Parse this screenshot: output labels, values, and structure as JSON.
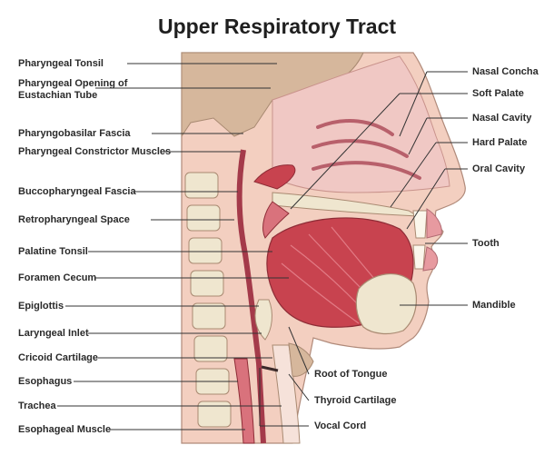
{
  "title": "Upper Respiratory Tract",
  "labels": {
    "pharyngeal_tonsil": "Pharyngeal Tonsil",
    "pharyngeal_opening_line1": "Pharyngeal Opening of",
    "pharyngeal_opening_line2": "Eustachian Tube",
    "pharyngobasilar_fascia": "Pharyngobasilar Fascia",
    "pharyngeal_constrictor_muscles": "Pharyngeal Constrictor Muscles",
    "buccopharyngeal_fascia": "Buccopharyngeal Fascia",
    "retropharyngeal_space": "Retropharyngeal Space",
    "palatine_tonsil": "Palatine Tonsil",
    "foramen_cecum": "Foramen Cecum",
    "epiglottis": "Epiglottis",
    "laryngeal_inlet": "Laryngeal Inlet",
    "cricoid_cartilage": "Cricoid Cartilage",
    "esophagus": "Esophagus",
    "trachea": "Trachea",
    "esophageal_muscle": "Esophageal Muscle",
    "nasal_concha": "Nasal Concha",
    "soft_palate": "Soft Palate",
    "nasal_cavity": "Nasal Cavity",
    "hard_palate": "Hard Palate",
    "oral_cavity": "Oral Cavity",
    "tooth": "Tooth",
    "mandible": "Mandible",
    "root_of_tongue": "Root of Tongue",
    "thyroid_cartilage": "Thyroid Cartilage",
    "vocal_cord": "Vocal Cord"
  },
  "colors": {
    "skin": "#f3cfc0",
    "tissue": "#e8b9a6",
    "muscle": "#c8434f",
    "bone": "#e9e2cc",
    "cavity": "#f6dede",
    "tan": "#d6b79c",
    "line": "#333333"
  }
}
